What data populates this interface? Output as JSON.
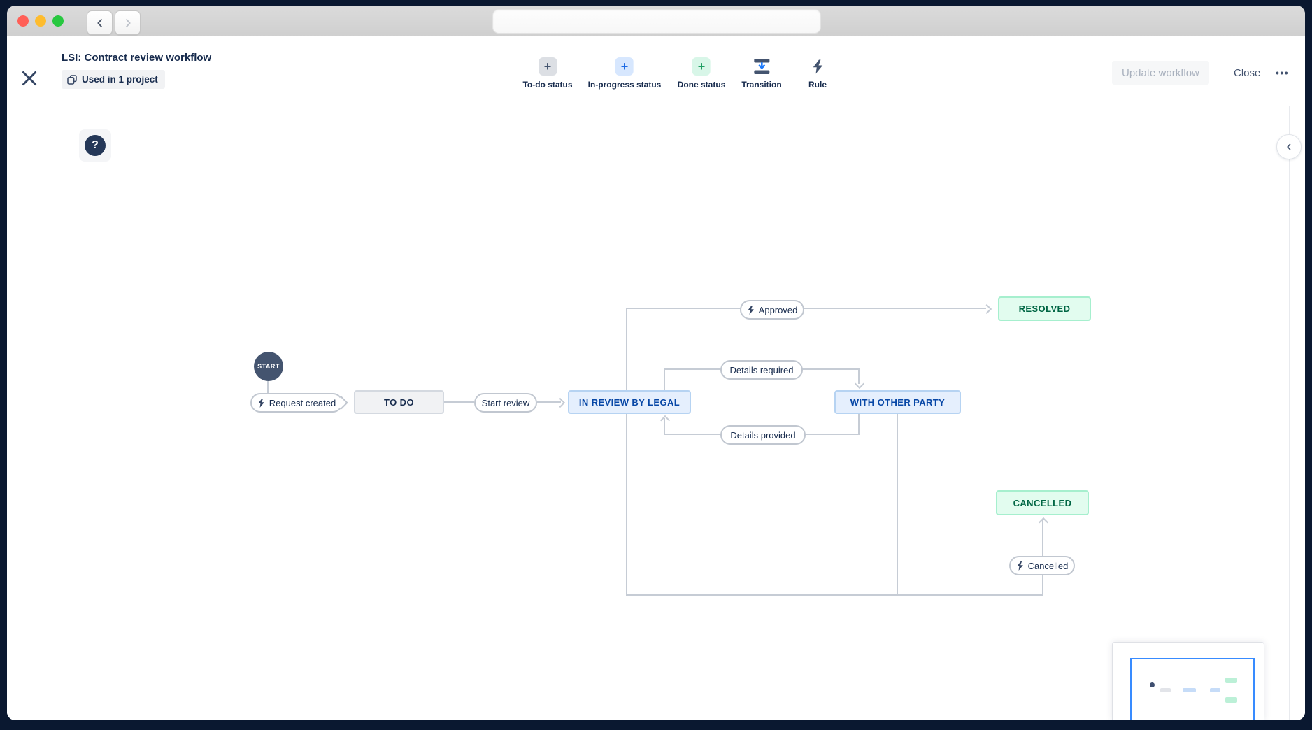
{
  "window": {
    "address_bar_value": ""
  },
  "header": {
    "title": "LSI: Contract review workflow",
    "usage_badge": "Used in 1 project",
    "actions": {
      "update": "Update workflow",
      "close": "Close",
      "more": "•••"
    }
  },
  "toolbar": {
    "items": [
      {
        "label": "To-do status"
      },
      {
        "label": "In-progress status"
      },
      {
        "label": "Done status"
      },
      {
        "label": "Transition"
      },
      {
        "label": "Rule"
      }
    ]
  },
  "canvas": {
    "help_label": "?",
    "start_label": "START",
    "statuses": [
      {
        "label": "TO DO",
        "category": "todo"
      },
      {
        "label": "IN REVIEW BY LEGAL",
        "category": "in-progress"
      },
      {
        "label": "WITH OTHER PARTY",
        "category": "in-progress"
      },
      {
        "label": "RESOLVED",
        "category": "done"
      },
      {
        "label": "CANCELLED",
        "category": "done"
      }
    ],
    "transitions": [
      {
        "label": "Request created",
        "from": "START",
        "to": "TO DO",
        "has_rule": true
      },
      {
        "label": "Start review",
        "from": "TO DO",
        "to": "IN REVIEW BY LEGAL",
        "has_rule": false
      },
      {
        "label": "Approved",
        "from": "IN REVIEW BY LEGAL",
        "to": "RESOLVED",
        "has_rule": true
      },
      {
        "label": "Details required",
        "from": "IN REVIEW BY LEGAL",
        "to": "WITH OTHER PARTY",
        "has_rule": false
      },
      {
        "label": "Details provided",
        "from": "WITH OTHER PARTY",
        "to": "IN REVIEW BY LEGAL",
        "has_rule": false
      },
      {
        "label": "Cancelled",
        "from": "IN REVIEW BY LEGAL / WITH OTHER PARTY",
        "to": "CANCELLED",
        "has_rule": true
      }
    ]
  },
  "colors": {
    "status_todo_bg": "#F1F2F4",
    "status_todo_border": "#D4D9E0",
    "status_inprogress_bg": "#E5EFFD",
    "status_inprogress_border": "#B6D3F2",
    "status_inprogress_text": "#0747A6",
    "status_done_bg": "#E2FCEF",
    "status_done_border": "#A6EFCE",
    "status_done_text": "#006644",
    "connector": "#C6CCD5",
    "start_node": "#44546F",
    "minimap_viewport_border": "#388BFF",
    "traffic_red": "#FF5F57",
    "traffic_yellow": "#FEBC2E",
    "traffic_green": "#28C840"
  }
}
